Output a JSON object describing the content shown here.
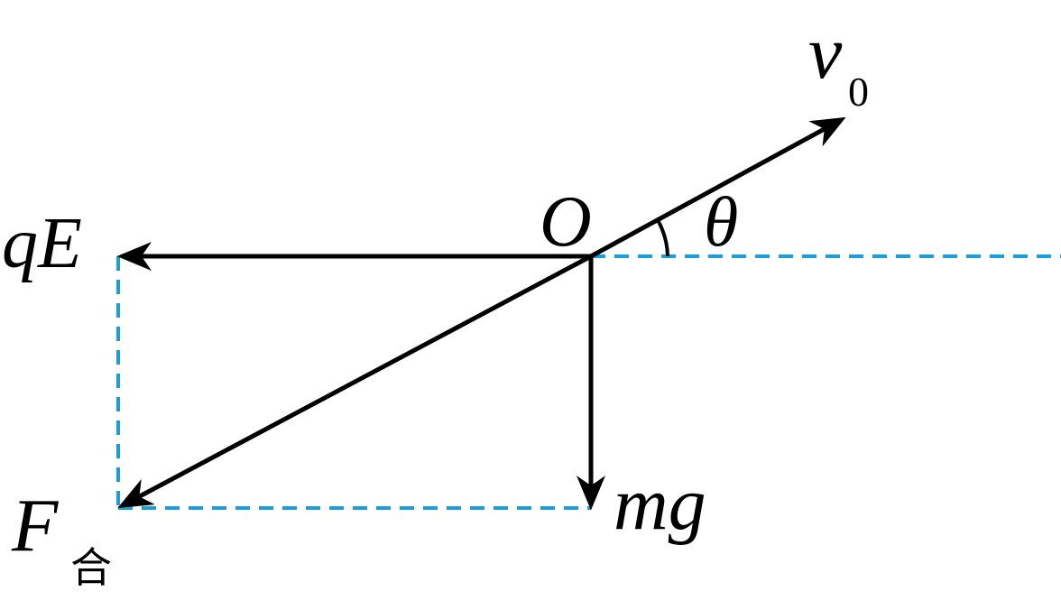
{
  "colors": {
    "vector": "#000000",
    "guide": "#1a9ee0",
    "background": "#ffffff"
  },
  "labels": {
    "origin": "O",
    "angle": "θ",
    "velocity_main": "v",
    "velocity_sub": "0",
    "electric_force": "qE",
    "gravity": "mg",
    "resultant_main": "F",
    "resultant_sub": "合"
  }
}
